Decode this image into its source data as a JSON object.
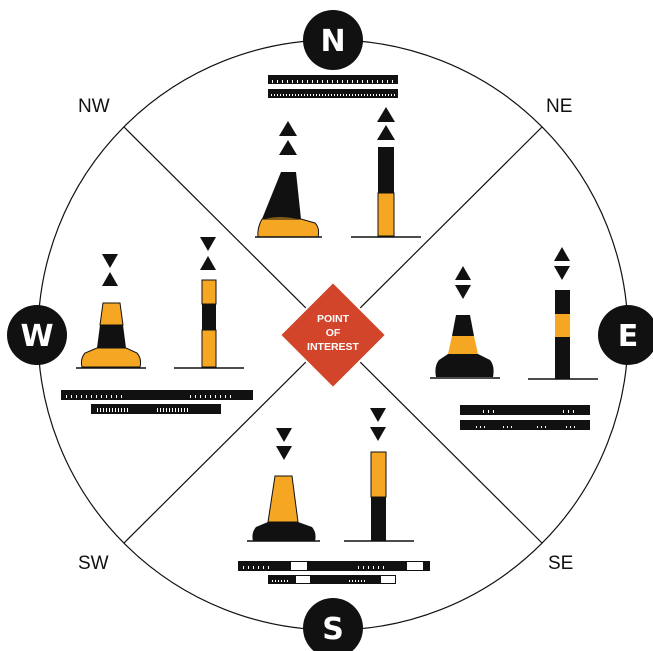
{
  "diagram": {
    "cardinals": {
      "north": "N",
      "east": "E",
      "south": "S",
      "west": "W"
    },
    "ordinals": {
      "northwest": "NW",
      "northeast": "NE",
      "southwest": "SW",
      "southeast": "SE"
    },
    "center": {
      "line1": "POINT",
      "line2": "OF",
      "line3": "INTEREST"
    },
    "colors": {
      "black": "#111111",
      "yellow": "#f5a623",
      "red": "#d2452b",
      "white": "#ffffff"
    },
    "marks": [
      {
        "quadrant": "north",
        "topmark": "two cones pointing up",
        "colours": "black over yellow"
      },
      {
        "quadrant": "east",
        "topmark": "two cones base to base",
        "colours": "black with yellow band"
      },
      {
        "quadrant": "south",
        "topmark": "two cones pointing down",
        "colours": "yellow over black"
      },
      {
        "quadrant": "west",
        "topmark": "two cones point to point",
        "colours": "yellow with black band"
      }
    ]
  }
}
